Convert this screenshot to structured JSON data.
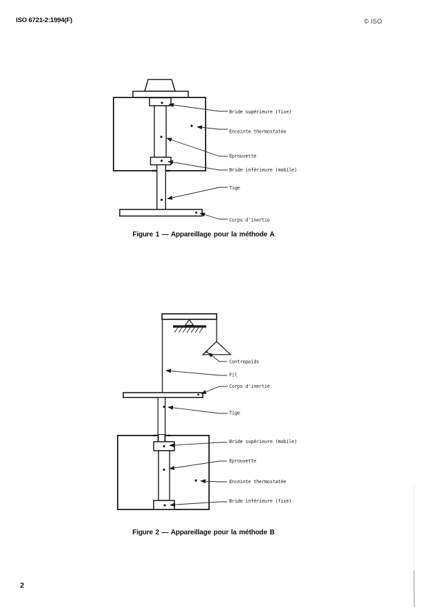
{
  "header": {
    "doc_ref": "ISO 6721-2:1994(F)",
    "copyright": "© ISO"
  },
  "figure1": {
    "caption": "Figure 1 — Appareillage pour la méthode A",
    "labels": {
      "bride_superieure": "Bride supérieure (fixe)",
      "enceinte": "Enceinte thermostatée",
      "eprouvette": "Éprouvette",
      "bride_inferieure": "Bride inférieure (mobile)",
      "tige": "Tige",
      "corps_inertie": "Corps d'inertie"
    }
  },
  "figure2": {
    "caption": "Figure 2 — Appareillage pour la méthode B",
    "labels": {
      "contrepoids": "Contrepoids",
      "fil": "Fil",
      "corps_inertie": "Corps d'inertie",
      "tige": "Tige",
      "bride_superieure": "Bride supérieure (mobile)",
      "eprouvette": "Éprouvette",
      "enceinte": "Enceinte thermostatée",
      "bride_inferieure": "Bride inférieure (fixe)"
    }
  },
  "page_number": "2",
  "colors": {
    "ink": "#1a1a1a",
    "paper": "#ffffff"
  }
}
